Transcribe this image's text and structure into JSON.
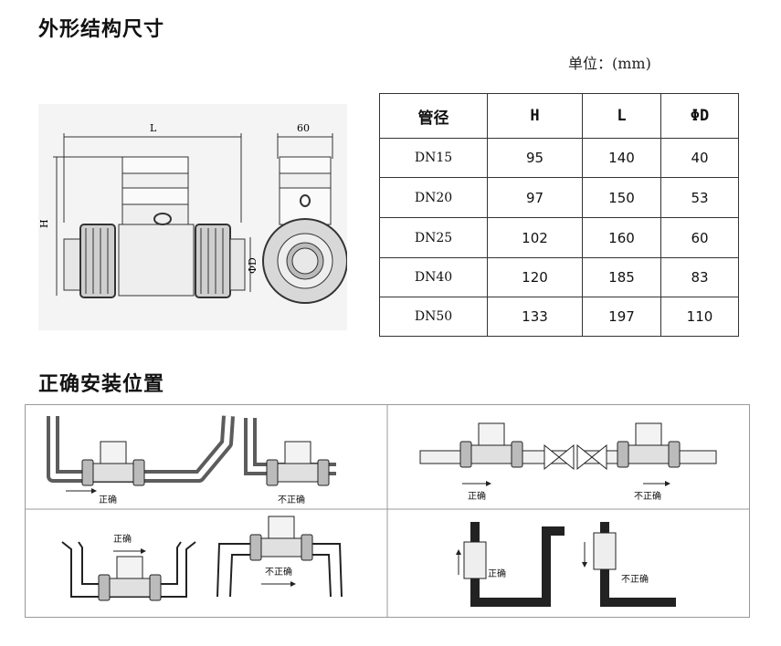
{
  "section_dimensions": {
    "title": "外形结构尺寸",
    "unit": "单位：(mm)"
  },
  "drawing": {
    "label_L": "L",
    "label_H": "H",
    "label_D": "ΦD",
    "label_60": "60"
  },
  "table": {
    "headers": [
      "管径",
      "H",
      "L",
      "ΦD"
    ],
    "rows": [
      [
        "DN15",
        "95",
        "140",
        "40"
      ],
      [
        "DN20",
        "97",
        "150",
        "53"
      ],
      [
        "DN25",
        "102",
        "160",
        "60"
      ],
      [
        "DN40",
        "120",
        "185",
        "83"
      ],
      [
        "DN50",
        "133",
        "197",
        "110"
      ]
    ]
  },
  "section_install": {
    "title": "正确安装位置",
    "correct": "正确",
    "incorrect": "不正确"
  }
}
